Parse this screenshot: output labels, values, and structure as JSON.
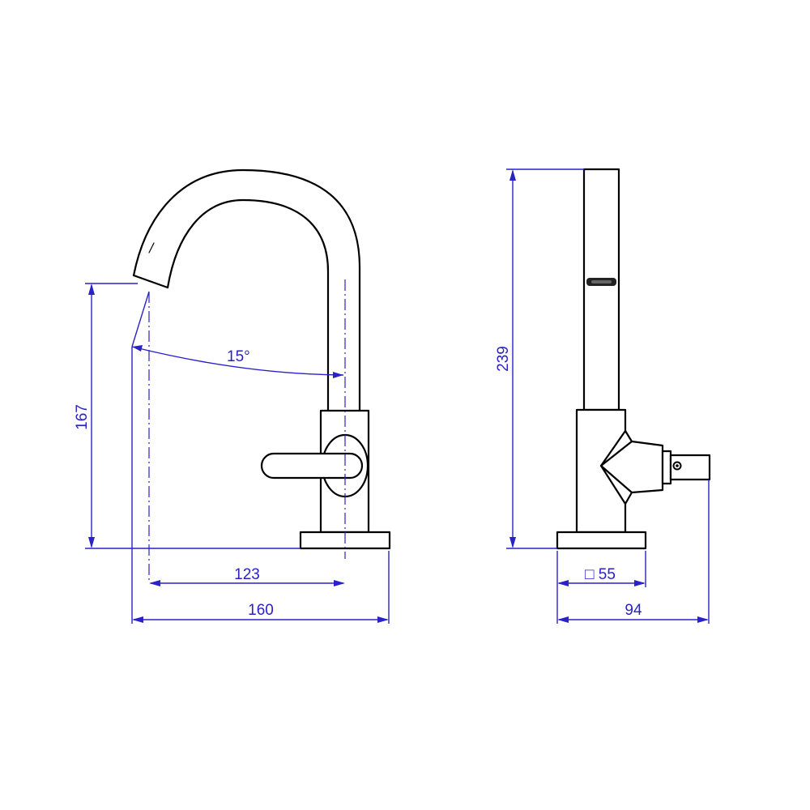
{
  "diagram": {
    "views": [
      "front-view",
      "side-view"
    ],
    "dimensions": {
      "spout_height": "167",
      "swivel_angle": "15°",
      "spout_reach": "123",
      "total_length": "160",
      "total_height": "239",
      "base_size": "□ 55",
      "total_depth": "94"
    },
    "colors": {
      "outline": "#000000",
      "dimension": "#2a21c9",
      "background": "#ffffff"
    }
  }
}
